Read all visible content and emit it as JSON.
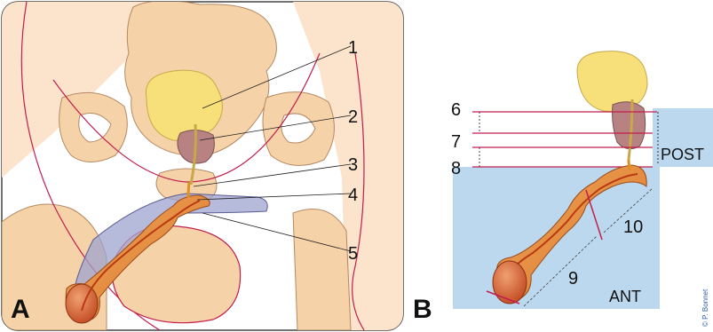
{
  "panel_a": {
    "panel_label": "A",
    "callouts": [
      "1",
      "2",
      "3",
      "4",
      "5"
    ]
  },
  "panel_b": {
    "panel_label": "B",
    "callouts": [
      "6",
      "7",
      "8",
      "9",
      "10"
    ],
    "region_post": "POST",
    "region_ant": "ANT"
  },
  "credit": "© P. Bonnet",
  "colors": {
    "bladder": "#f7df7a",
    "prostate": "#b88282",
    "bone": "#f6d2a8",
    "urethra_sheath": "#e0903c",
    "urethra_inner": "#c04a23",
    "spongy_overlay": "#9ea3cf",
    "anterior_region": "#bcd8ee",
    "boundary_line": "#c21e4e"
  }
}
